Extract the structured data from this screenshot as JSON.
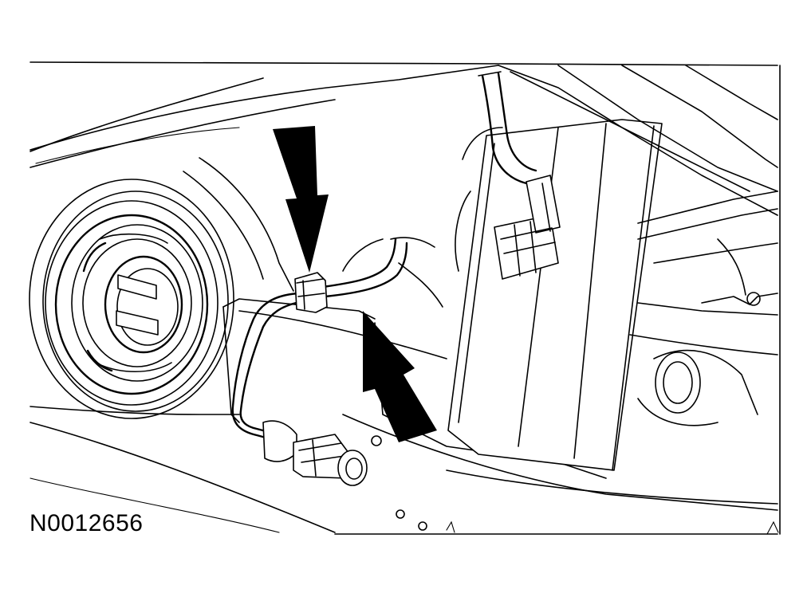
{
  "figure": {
    "id_label": "N0012656",
    "parts": [
      "lamp-socket-housing",
      "wire-harness",
      "wire-clip",
      "bulb-socket-connector",
      "electrical-connector",
      "bracket"
    ],
    "arrows": [
      "arrow-down-to-clip",
      "arrow-up-to-clip"
    ],
    "colors": {
      "line": "#000000",
      "background": "#ffffff"
    }
  }
}
